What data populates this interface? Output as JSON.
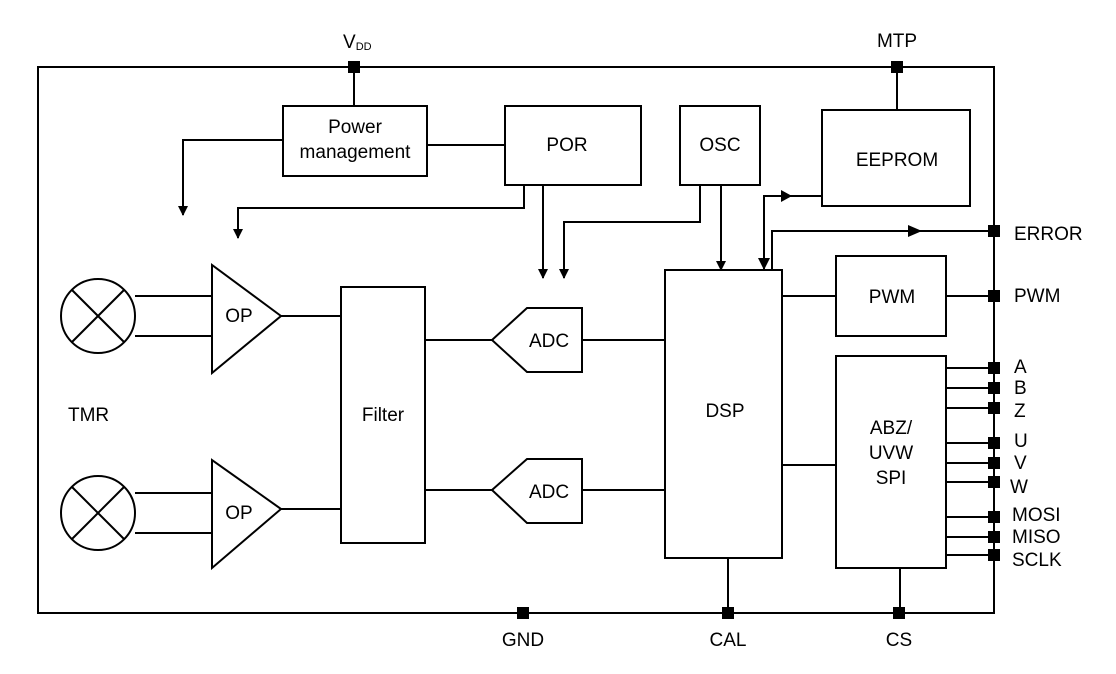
{
  "pins": {
    "vdd": "V",
    "vdd_sub": "DD",
    "mtp": "MTP",
    "gnd": "GND",
    "cal": "CAL",
    "cs": "CS",
    "error": "ERROR",
    "pwm": "PWM",
    "a": "A",
    "b": "B",
    "z": "Z",
    "u": "U",
    "v": "V",
    "w": "W",
    "mosi": "MOSI",
    "miso": "MISO",
    "sclk": "SCLK"
  },
  "blocks": {
    "power_line1": "Power",
    "power_line2": "management",
    "por": "POR",
    "osc": "OSC",
    "eeprom": "EEPROM",
    "op1": "OP",
    "op2": "OP",
    "filter": "Filter",
    "adc1": "ADC",
    "adc2": "ADC",
    "dsp": "DSP",
    "pwm": "PWM",
    "abz_line1": "ABZ/",
    "abz_line2": "UVW",
    "abz_line3": "SPI"
  },
  "sensor_label": "TMR"
}
